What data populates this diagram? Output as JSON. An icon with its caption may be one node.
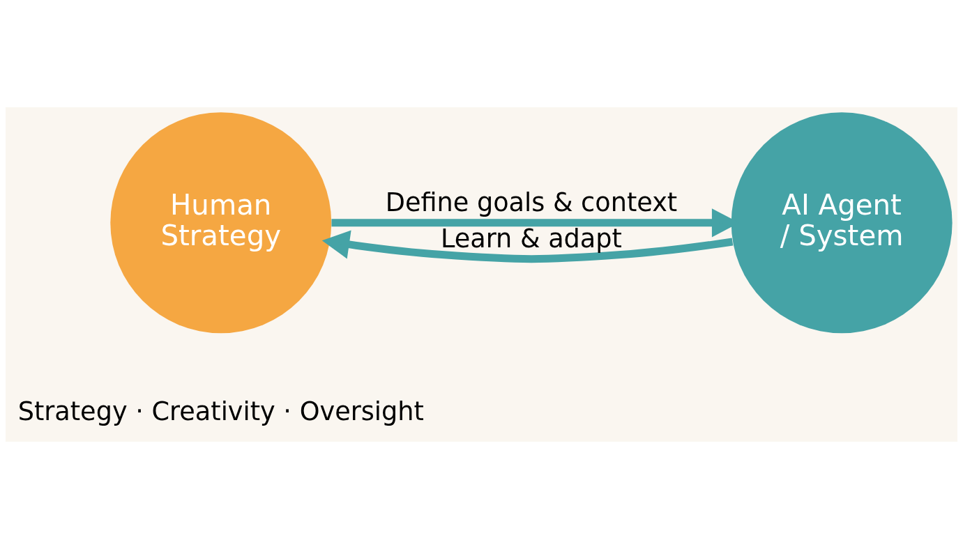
{
  "diagram": {
    "nodes": [
      {
        "text": [
          "Human",
          "Strategy"
        ]
      },
      {
        "text": [
          "AI Agent / System"
        ]
      }
    ],
    "edges": [
      {
        "from": 0,
        "to": 1,
        "arrow": "to",
        "label": "Define goals & context"
      },
      {
        "from": 1,
        "to": 0,
        "arrow": "to",
        "label": "Learn & adapt"
      }
    ],
    "labels": [
      "Strategy · Creativity · Oversight"
    ]
  }
}
